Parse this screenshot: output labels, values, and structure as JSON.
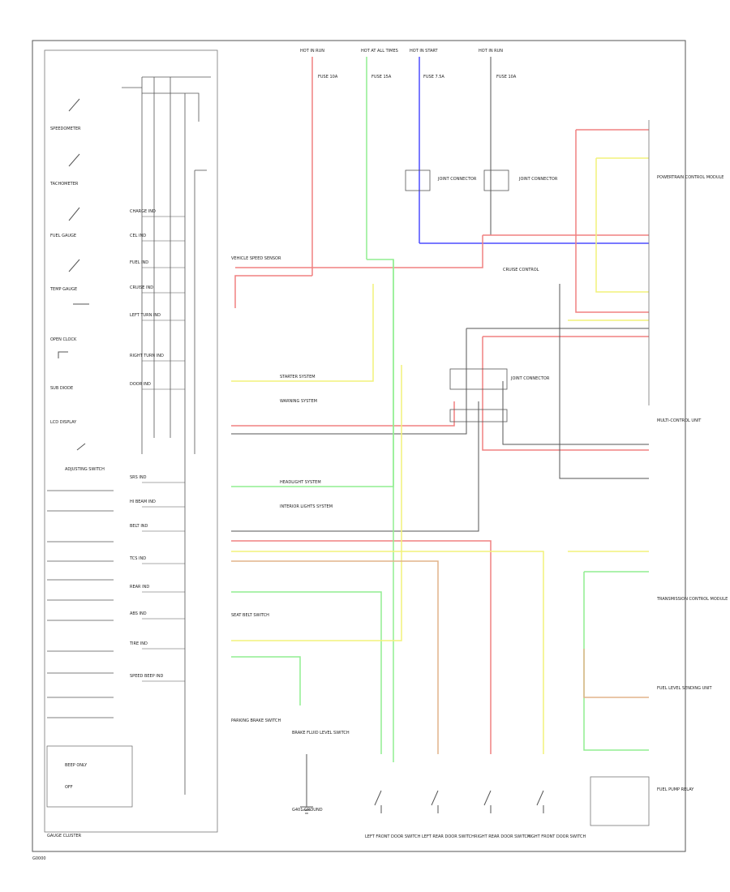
{
  "colors": {
    "red": "#f08080",
    "green": "#90ee90",
    "blue": "#4d4dff",
    "yellow": "#f2f27a",
    "orange": "#e2b48a",
    "dark": "#333333",
    "gray": "#999999",
    "frame": "#555555"
  },
  "cluster": {
    "gauges": [
      {
        "label": "SPEEDOMETER",
        "icon": "gauge-needle-icon"
      },
      {
        "label": "TACHOMETER",
        "icon": "gauge-needle-icon"
      },
      {
        "label": "FUEL GAUGE",
        "icon": "gauge-needle-icon"
      },
      {
        "label": "TEMP GAUGE",
        "icon": "gauge-needle-icon"
      },
      {
        "label": "OPEN CLOCK",
        "icon": "gauge-needle-icon"
      },
      {
        "label": "SUB DIODE",
        "icon": "gauge-needle-icon"
      },
      {
        "label": "LCD DISPLAY",
        "icon": "gauge-needle-icon"
      },
      {
        "label": "ADJUSTING SWITCH",
        "icon": "switch-icon"
      }
    ],
    "indicators": [
      "CHARGE IND",
      "CEL IND",
      "FUEL IND",
      "CRUISE IND",
      "LEFT TURN IND",
      "RIGHT TURN IND",
      "DOOR IND",
      "SRS IND",
      "HI BEAM IND",
      "BELT IND",
      "TCS IND",
      "REAR IND",
      "ABS IND",
      "TIRE IND",
      "SPEED BEEP IND"
    ],
    "bottom_left": [
      "BEEP ONLY",
      "OFF"
    ],
    "footer": "GAUGE CLUSTER"
  },
  "fuses": [
    {
      "label": "HOT IN RUN",
      "note": "FUSE 10A"
    },
    {
      "label": "HOT AT ALL TIMES",
      "note": "FUSE 15A"
    },
    {
      "label": "HOT IN START",
      "note": "FUSE 7.5A"
    },
    {
      "label": "HOT IN RUN",
      "note": "FUSE 10A"
    }
  ],
  "connectors": [
    "JOINT CONNECTOR",
    "JOINT CONNECTOR",
    "JOINT CONNECTOR"
  ],
  "right_modules": [
    "POWERTRAIN CONTROL MODULE",
    "MULTI-CONTROL UNIT",
    "TRANSMISSION CONTROL MODULE",
    "FUEL LEVEL SENDING UNIT",
    "FUEL PUMP RELAY"
  ],
  "bottom_switches": [
    "LEFT FRONT DOOR SWITCH",
    "LEFT REAR DOOR SWITCH",
    "RIGHT REAR DOOR SWITCH",
    "RIGHT FRONT DOOR SWITCH"
  ],
  "mid_labels": [
    "VEHICLE SPEED SENSOR",
    "STARTER SYSTEM",
    "WARNING SYSTEM",
    "HEADLIGHT SYSTEM",
    "INTERIOR LIGHTS SYSTEM",
    "CRUISE CONTROL",
    "PARKING BRAKE SWITCH",
    "BRAKE FLUID LEVEL SWITCH",
    "SEAT BELT SWITCH",
    "G401 GROUND"
  ],
  "corner_id": "G0000"
}
